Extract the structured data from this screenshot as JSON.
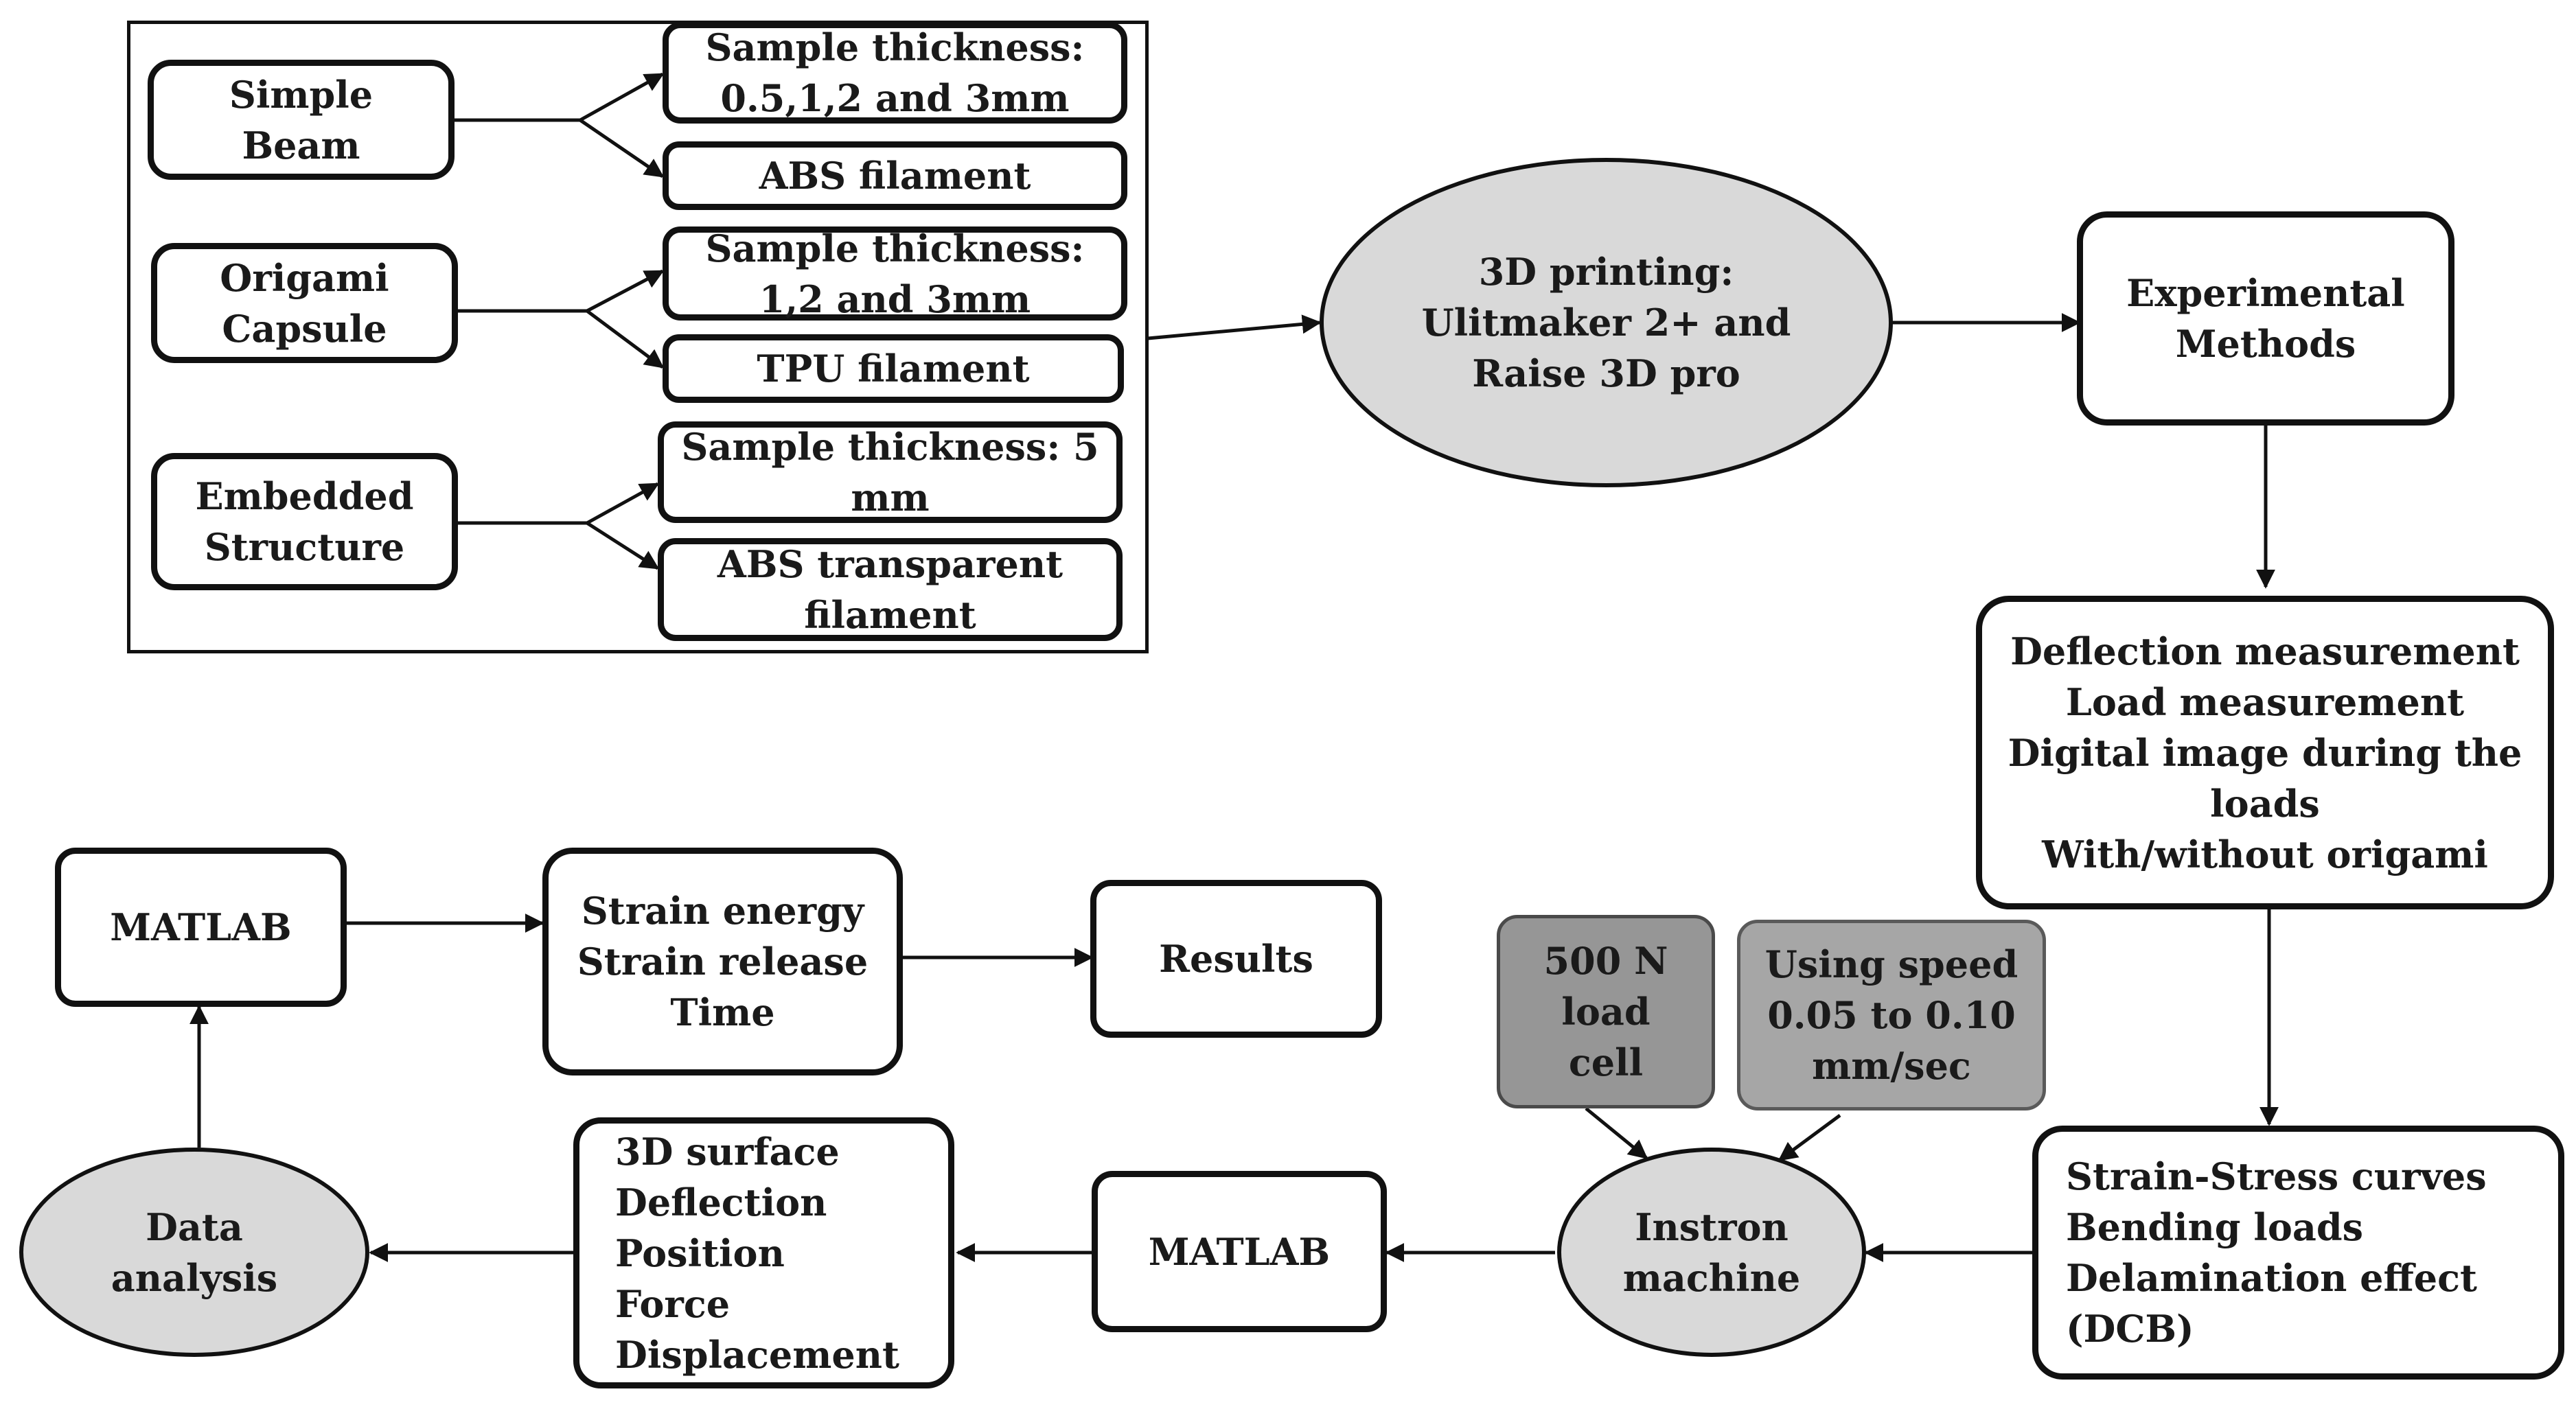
{
  "nodes": {
    "simple_beam": "Simple\nBeam",
    "origami_capsule": "Origami\nCapsule",
    "embedded_structure": "Embedded\nStructure",
    "simple_thickness": "Sample thickness:\n0.5,1,2 and 3mm",
    "abs_filament": "ABS filament",
    "origami_thickness": "Sample thickness:\n1,2 and 3mm",
    "tpu_filament": "TPU filament",
    "embedded_thickness": "Sample thickness: 5\nmm",
    "abs_transparent": "ABS transparent\nfilament",
    "printing": "3D printing:\nUlitmaker 2+ and\nRaise 3D pro",
    "experimental": "Experimental\nMethods",
    "measurements": "Deflection measurement\nLoad measurement\nDigital image during the\nloads\nWith/without origami",
    "curves": "Strain-Stress curves\nBending loads\nDelamination effect\n(DCB)",
    "load_cell": "500 N\nload\ncell",
    "speed": "Using speed\n0.05 to 0.10\nmm/sec",
    "instron": "Instron\nmachine",
    "matlab_bottom": "MATLAB",
    "surface": "3D surface\nDeflection\nPosition\nForce\nDisplacement",
    "data_analysis": "Data\nanalysis",
    "matlab_top": "MATLAB",
    "strain_energy": "Strain energy\nStrain release\nTime",
    "results": "Results"
  },
  "colors": {
    "stroke": "#111111",
    "ellipse_fill": "#d9d9d9",
    "gray_fill": "#a6a6a6",
    "dark_gray_fill": "#969696"
  }
}
